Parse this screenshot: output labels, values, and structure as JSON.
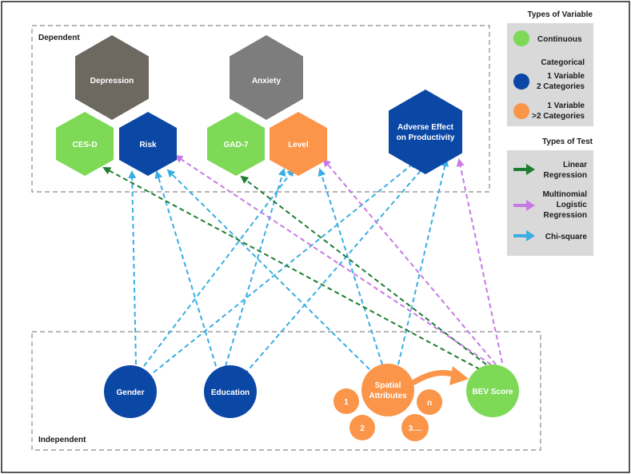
{
  "sections": {
    "dependent": "Dependent",
    "independent": "Independent"
  },
  "legend_variable": {
    "title": "Types of Variable",
    "continuous": "Continuous",
    "categorical": "Categorical",
    "two_categories_line1": "1 Variable",
    "two_categories_line2": "2 Categories",
    "multi_categories_line1": "1 Variable",
    "multi_categories_line2": ">2 Categories"
  },
  "legend_test": {
    "title": "Types of Test",
    "linear_line1": "Linear",
    "linear_line2": "Regression",
    "multinomial_line1": "Multinomial",
    "multinomial_line2": "Logistic",
    "multinomial_line3": "Regression",
    "chi_square": "Chi-square"
  },
  "dependent_nodes": {
    "depression": "Depression",
    "anxiety": "Anxiety",
    "ces_d": "CES-D",
    "risk": "Risk",
    "gad_7": "GAD-7",
    "level": "Level",
    "adverse_line1": "Adverse Effect",
    "adverse_line2": "on Productivity"
  },
  "independent_nodes": {
    "gender": "Gender",
    "education": "Education",
    "spatial_line1": "Spatial",
    "spatial_line2": "Attributes",
    "bev_score": "BEV Score",
    "sub_1": "1",
    "sub_2": "2",
    "sub_3": "3....",
    "sub_n": "n"
  },
  "colors": {
    "continuous": "#7ed957",
    "binary": "#0b47a5",
    "multi": "#fa954a",
    "parent": "#6d6860",
    "parent_alt": "#7d7d7d",
    "linear": "#1e7d32",
    "multinomial": "#c77ae5",
    "chi_square": "#3aaee3",
    "legend_bg": "#d9d9d9"
  }
}
